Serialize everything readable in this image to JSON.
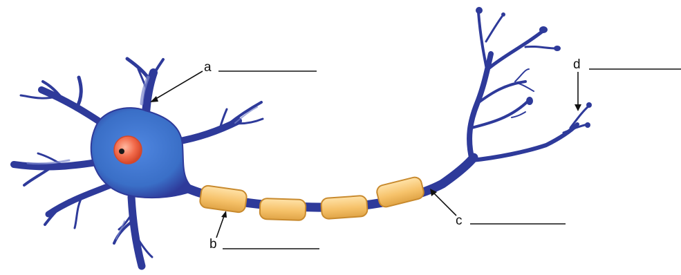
{
  "diagram": {
    "subject": "neuron",
    "labels": [
      {
        "id": "a",
        "text": "a",
        "answer": ""
      },
      {
        "id": "b",
        "text": "b",
        "answer": ""
      },
      {
        "id": "c",
        "text": "c",
        "answer": ""
      },
      {
        "id": "d",
        "text": "d",
        "answer": ""
      }
    ]
  },
  "colors": {
    "neuron_body": "#3a6fc7",
    "neuron_dark": "#2e3a9a",
    "neuron_highlight": "#5e8fe0",
    "myelin": "#f6c26a",
    "myelin_edge": "#c88a2e",
    "nucleus": "#f26a4a",
    "nucleolus": "#1a1a1a",
    "line": "#111111"
  }
}
